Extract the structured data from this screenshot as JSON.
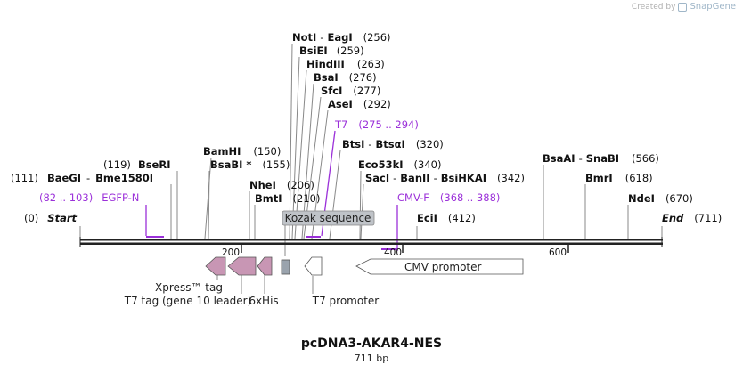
{
  "watermark": {
    "created_by": "Created by",
    "brand": "SnapGene"
  },
  "map": {
    "name": "pcDNA3-AKAR4-NES",
    "length_label": "711 bp",
    "start_label": "Start",
    "start_pos": "(0)",
    "end_label": "End",
    "end_pos": "(711)",
    "ticks": [
      "200",
      "400",
      "600"
    ]
  },
  "sites": [
    {
      "id": "noti",
      "name": "NotI",
      "name2": "EagI",
      "pos": "(256)"
    },
    {
      "id": "bsiei",
      "name": "BsiEI",
      "pos": "(259)"
    },
    {
      "id": "hindiii",
      "name": "HindIII",
      "pos": "(263)"
    },
    {
      "id": "bsai",
      "name": "BsaI",
      "pos": "(276)"
    },
    {
      "id": "sfci",
      "name": "SfcI",
      "pos": "(277)"
    },
    {
      "id": "asei",
      "name": "AseI",
      "pos": "(292)"
    },
    {
      "id": "btsi",
      "name": "BtsI",
      "name2": "BtsαI",
      "pos": "(320)"
    },
    {
      "id": "bamhi",
      "name": "BamHI",
      "pos": "(150)"
    },
    {
      "id": "bsabi",
      "name": "BsaBI *",
      "pos": "(155)"
    },
    {
      "id": "bseri",
      "name": "BseRI",
      "pos": "(119)"
    },
    {
      "id": "baegi",
      "name": "BaeGI",
      "name2": "Bme1580I",
      "pos": "(111)"
    },
    {
      "id": "nhei",
      "name": "NheI",
      "pos": "(206)"
    },
    {
      "id": "bmti",
      "name": "BmtI",
      "pos": "(210)"
    },
    {
      "id": "eco53ki",
      "name": "Eco53kI",
      "pos": "(340)"
    },
    {
      "id": "saci",
      "name": "SacI",
      "name2": "BanII",
      "name3": "BsiHKAI",
      "pos": "(342)"
    },
    {
      "id": "ecii",
      "name": "EciI",
      "pos": "(412)"
    },
    {
      "id": "bsaai",
      "name": "BsaAI",
      "name2": "SnaBI",
      "pos": "(566)"
    },
    {
      "id": "bmri",
      "name": "BmrI",
      "pos": "(618)"
    },
    {
      "id": "ndei",
      "name": "NdeI",
      "pos": "(670)"
    }
  ],
  "primers": [
    {
      "id": "t7",
      "name": "T7",
      "range": "(275 .. 294)"
    },
    {
      "id": "egfp",
      "name": "EGFP-N",
      "range": "(82 .. 103)"
    },
    {
      "id": "cmvf",
      "name": "CMV-F",
      "range": "(368 .. 388)"
    }
  ],
  "features": [
    {
      "id": "kozak",
      "label": "Kozak sequence"
    },
    {
      "id": "cmv",
      "label": "CMV promoter"
    },
    {
      "id": "xpress",
      "label": "Xpress™ tag"
    },
    {
      "id": "t7tag",
      "label": "T7 tag (gene 10 leader)"
    },
    {
      "id": "his",
      "label": "6xHis"
    },
    {
      "id": "t7prom",
      "label": "T7 promoter"
    }
  ],
  "colors": {
    "primer": "#9b30d9",
    "tag_fill": "#c896b4",
    "kozak_fill": "#9aa3ad",
    "backbone": "#222222",
    "leader": "#888888"
  }
}
